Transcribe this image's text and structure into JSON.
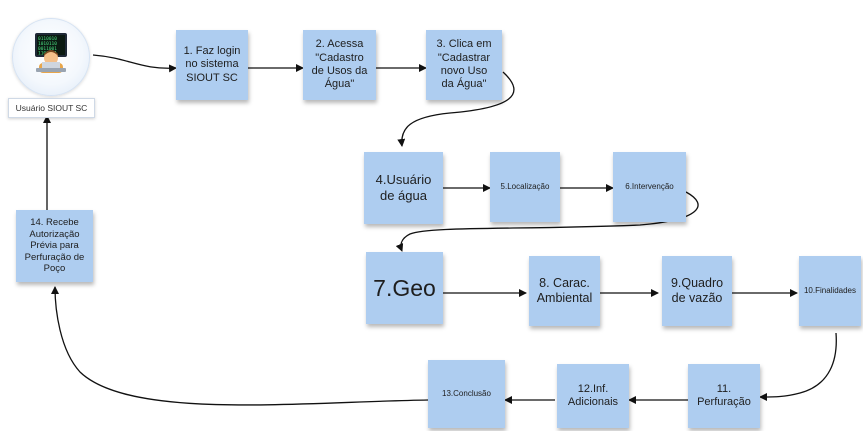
{
  "user": {
    "label": "Usuário SIOUT SC",
    "icon": "hacker-avatar-icon"
  },
  "steps": [
    {
      "id": "step-1",
      "text": "1. Faz login\nno sistema\nSIOUT SC"
    },
    {
      "id": "step-2",
      "text": "2. Acessa\n\"Cadastro\nde Usos da\nÁgua\""
    },
    {
      "id": "step-3",
      "text": "3. Clica em\n\"Cadastrar\nnovo Uso\nda Água\""
    },
    {
      "id": "step-4",
      "text": "4.Usuário\nde água"
    },
    {
      "id": "step-5",
      "text": "5.Localização"
    },
    {
      "id": "step-6",
      "text": "6.Intervenção"
    },
    {
      "id": "step-7",
      "text": "7.Geo"
    },
    {
      "id": "step-8",
      "text": "8. Carac.\nAmbiental"
    },
    {
      "id": "step-9",
      "text": "9.Quadro\nde vazão"
    },
    {
      "id": "step-10",
      "text": "10.Finalidades"
    },
    {
      "id": "step-11",
      "text": "11.\nPerfuração"
    },
    {
      "id": "step-12",
      "text": "12.Inf.\nAdicionais"
    },
    {
      "id": "step-13",
      "text": "13.Conclusão"
    },
    {
      "id": "step-14",
      "text": "14. Recebe\nAutorização\nPrévia para\nPerfuração de\nPoço"
    }
  ],
  "colors": {
    "note": "#aecdf0",
    "arrow": "#111111"
  }
}
